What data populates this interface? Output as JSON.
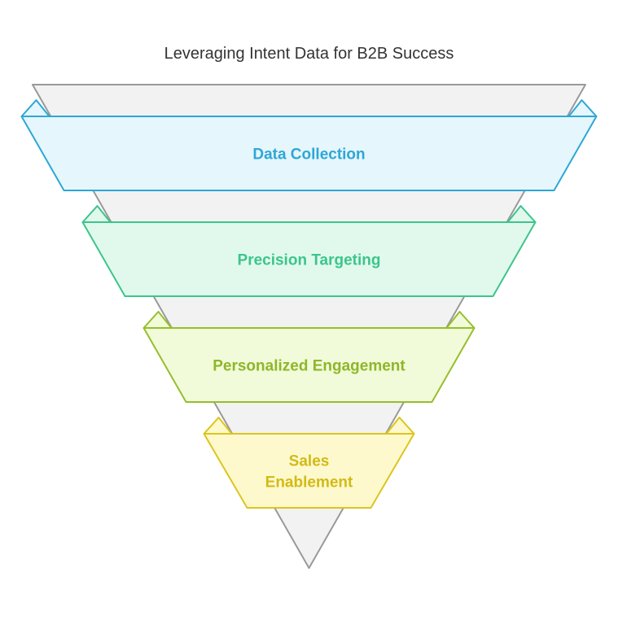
{
  "title": "Leveraging Intent Data for B2B Success",
  "funnel": {
    "stages": [
      {
        "label_lines": [
          "Data Collection"
        ],
        "stroke": "#2ea7d6",
        "fill": "#e5f6fc",
        "text_color": "#2ea7d6"
      },
      {
        "label_lines": [
          "Precision Targeting"
        ],
        "stroke": "#3cc58b",
        "fill": "#e1f9ec",
        "text_color": "#3cc58b"
      },
      {
        "label_lines": [
          "Personalized Engagement"
        ],
        "stroke": "#97be2c",
        "fill": "#f1fbd9",
        "text_color": "#8fb62a"
      },
      {
        "label_lines": [
          "Sales",
          "Enablement"
        ],
        "stroke": "#dcc51f",
        "fill": "#fdf9cc",
        "text_color": "#d2ba17"
      }
    ],
    "backdrop_fill": "#f2f2f2",
    "backdrop_stroke": "#999999"
  }
}
